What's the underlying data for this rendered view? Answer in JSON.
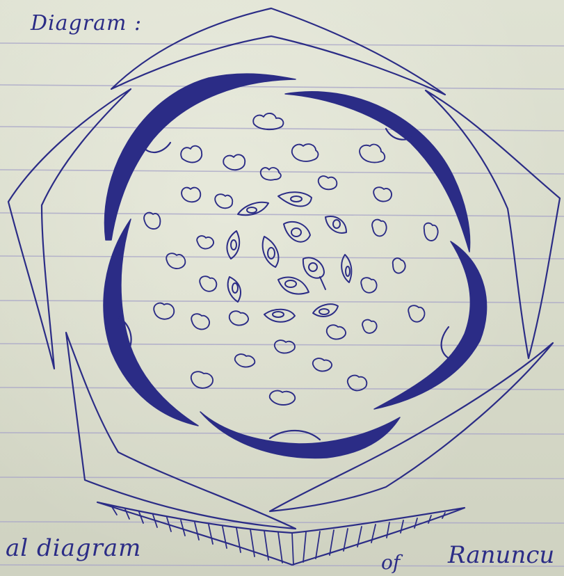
{
  "heading": "Diagram :",
  "caption": {
    "left": "al diagram",
    "of": "of",
    "right": "Ranuncu"
  },
  "colors": {
    "paper": "#d9dccb",
    "ink": "#2b2c86",
    "ruled_line": "#a9a6c8"
  }
}
